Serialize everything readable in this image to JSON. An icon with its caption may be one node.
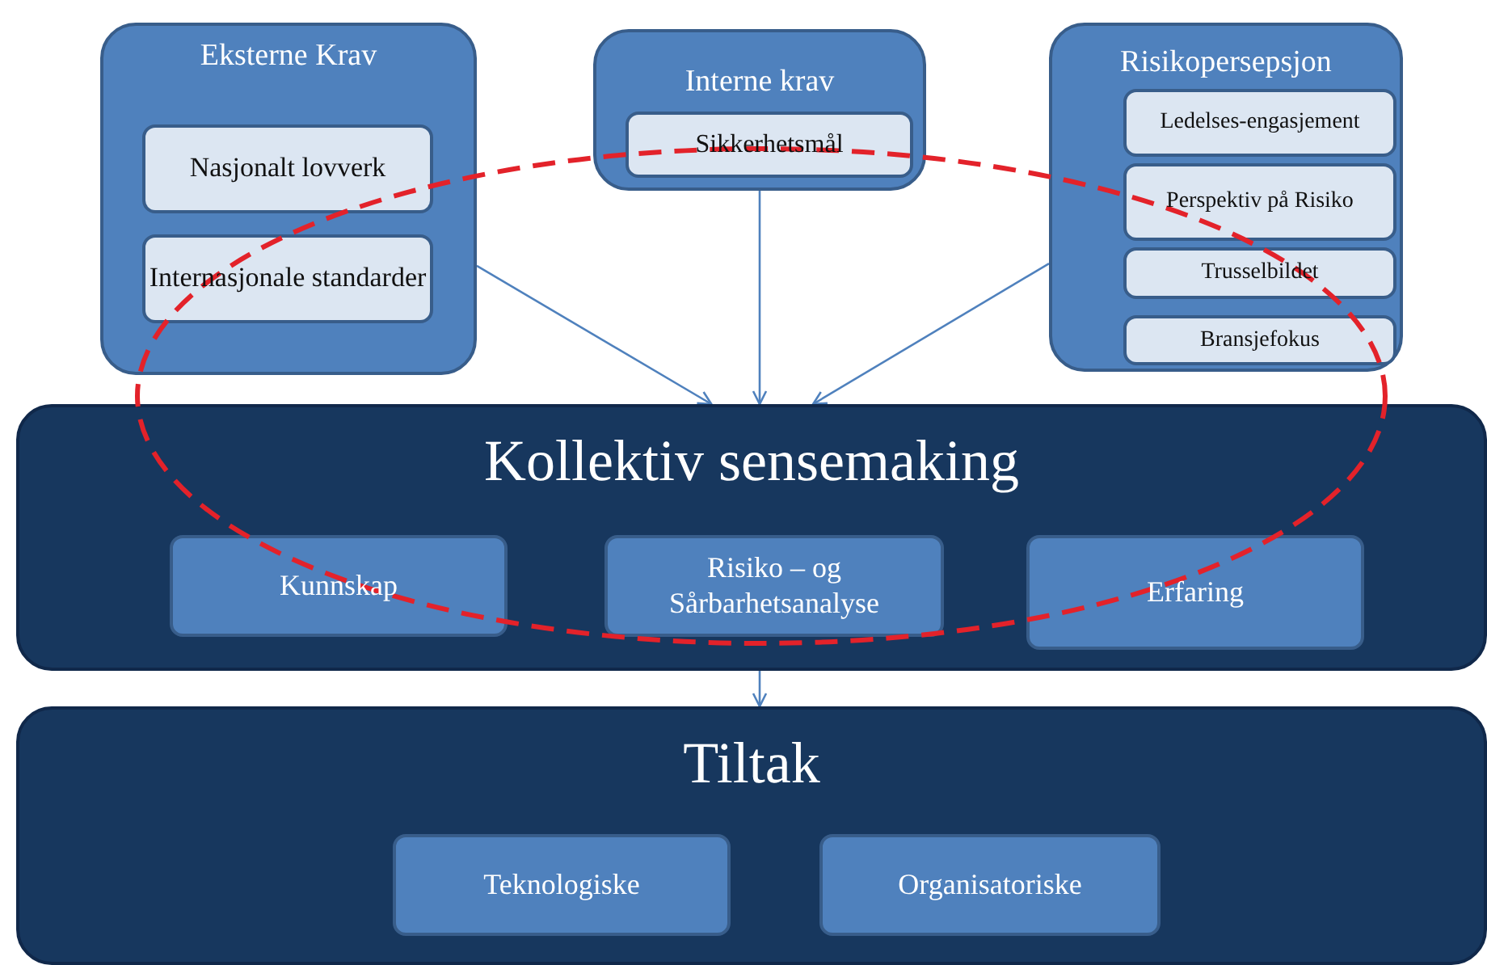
{
  "diagram": {
    "nodes": [
      {
        "text": [
          "Eksterne Krav"
        ]
      },
      {
        "text": [
          "Nasjonalt lovverk"
        ],
        "in": 0
      },
      {
        "text": [
          "Internasjonale standarder"
        ],
        "in": 0
      },
      {
        "text": [
          "Interne krav"
        ]
      },
      {
        "text": [
          "Sikkerhetsmål"
        ],
        "in": 3
      },
      {
        "text": [
          "Risikopersepsjon"
        ]
      },
      {
        "text": [
          "Ledelses-engasjement"
        ],
        "in": 5
      },
      {
        "text": [
          "Perspektiv på Risiko"
        ],
        "in": 5
      },
      {
        "text": [
          "Trusselbildet"
        ],
        "in": 5
      },
      {
        "text": [
          "Bransjefokus"
        ],
        "in": 5
      },
      {
        "text": [
          "Kollektiv sensemaking"
        ]
      },
      {
        "text": [
          "Kunnskap"
        ],
        "in": 10
      },
      {
        "text": [
          "Risiko – og Sårbarhetsanalyse"
        ],
        "in": 10
      },
      {
        "text": [
          "Erfaring"
        ],
        "in": 10
      },
      {
        "text": [
          "Tiltak"
        ]
      },
      {
        "text": [
          "Teknologiske"
        ],
        "in": 14
      },
      {
        "text": [
          "Organisatoriske"
        ],
        "in": 14
      }
    ],
    "edges": [
      {
        "from": 0,
        "to": 10,
        "arrow": "to"
      },
      {
        "from": 3,
        "to": 10,
        "arrow": "to"
      },
      {
        "from": 5,
        "to": 10,
        "arrow": "to"
      },
      {
        "from": 10,
        "to": 14,
        "arrow": "to"
      }
    ]
  }
}
